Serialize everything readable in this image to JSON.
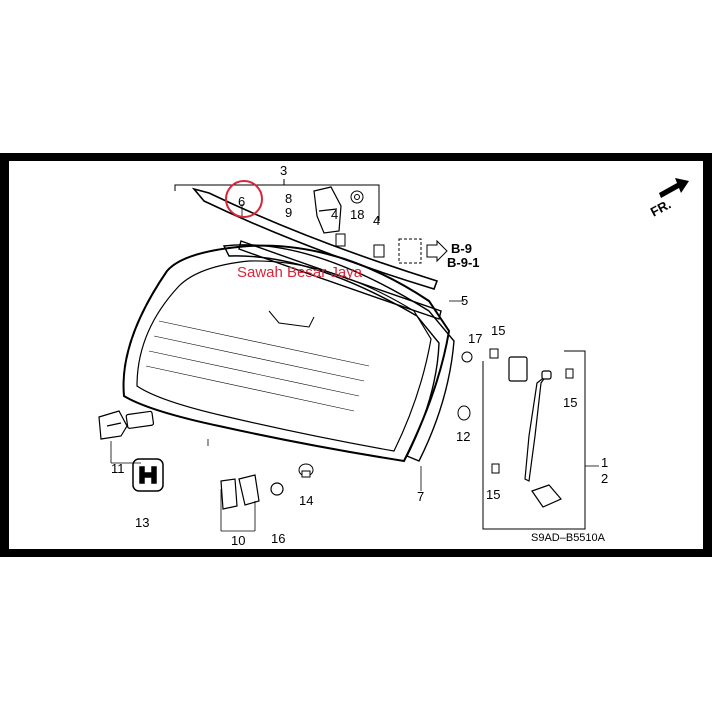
{
  "labels": {
    "p1": "1",
    "p2": "2",
    "p3": "3",
    "p4a": "4",
    "p4b": "4",
    "p5": "5",
    "p6": "6",
    "p7": "7",
    "p8": "8",
    "p9": "9",
    "p10": "10",
    "p11": "11",
    "p12": "12",
    "p13": "13",
    "p14": "14",
    "p15a": "15",
    "p15b": "15",
    "p15c": "15",
    "p16": "16",
    "p17": "17",
    "p18": "18"
  },
  "refs": {
    "b9": "B-9",
    "b91": "B-9-1"
  },
  "direction": "FR.",
  "watermark": "Sawah Besar Jaya",
  "diagram_code": "S9AD–B5510A",
  "highlight_color": "#d9253a"
}
